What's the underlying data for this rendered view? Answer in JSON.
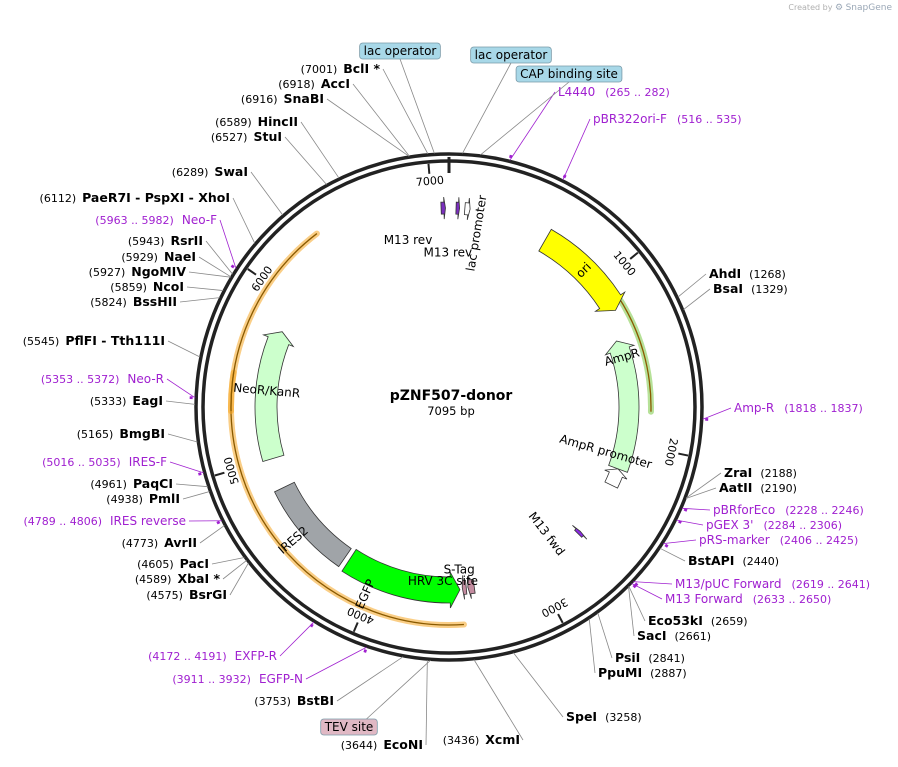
{
  "credit": {
    "prefix": "Created by",
    "brand": "SnapGene"
  },
  "plasmid": {
    "name": "pZNF507-donor",
    "length_label": "7095 bp",
    "length": 7095
  },
  "ruler_ticks": [
    {
      "label": "1000",
      "bp": 1000
    },
    {
      "label": "2000",
      "bp": 2000
    },
    {
      "label": "3000",
      "bp": 3000
    },
    {
      "label": "4000",
      "bp": 4000
    },
    {
      "label": "5000",
      "bp": 5000
    },
    {
      "label": "6000",
      "bp": 6000
    },
    {
      "label": "7000",
      "bp": 7000
    }
  ],
  "features": [
    {
      "name": "ori",
      "start": 590,
      "end": 1180,
      "direction": "forward",
      "color": "#ffff00",
      "label": "ori"
    },
    {
      "name": "AmpR",
      "start": 1350,
      "end": 2170,
      "direction": "reverse",
      "color": "#ccffcc",
      "label": "AmpR"
    },
    {
      "name": "AmpR promoter",
      "start": 2170,
      "end": 2280,
      "direction": "reverse",
      "color": "#ffffff",
      "label": "AmpR promoter"
    },
    {
      "name": "M13 fwd",
      "start": 2630,
      "end": 2650,
      "direction": "reverse",
      "color": "#8a2be2",
      "label": "M13 fwd"
    },
    {
      "name": "S-Tag",
      "start": 3390,
      "end": 3430,
      "direction": "forward",
      "color": "#c48ca0",
      "label": "S-Tag"
    },
    {
      "name": "HRV 3C site",
      "start": 3440,
      "end": 3465,
      "direction": "forward",
      "color": "#c48ca0",
      "label": "HRV 3C site"
    },
    {
      "name": "EGFP",
      "start": 3480,
      "end": 4200,
      "direction": "reverse",
      "color": "#00ff00",
      "label": "EGFP"
    },
    {
      "name": "IRES2",
      "start": 4230,
      "end": 4810,
      "direction": "none",
      "color": "#a0a4a8",
      "label": "IRES2"
    },
    {
      "name": "NeoR/KanR",
      "start": 5000,
      "end": 5800,
      "direction": "forward",
      "color": "#ccffcc",
      "label": "NeoR/KanR"
    },
    {
      "name": "M13 rev",
      "start": 7050,
      "end": 7075,
      "direction": "forward",
      "color": "#7b2fbe",
      "label": "M13 rev"
    },
    {
      "name": "lac promoter",
      "start": 90,
      "end": 120,
      "direction": "forward",
      "color": "#ffffff",
      "label": "lac promoter"
    },
    {
      "name": "M13 rev 2",
      "start": 40,
      "end": 60,
      "direction": "forward",
      "color": "#7b2fbe",
      "label": "M13 rev"
    }
  ],
  "orfs": [
    {
      "start": 1800,
      "end": 1120,
      "color": "#7ac943"
    },
    {
      "start": 3470,
      "end": 5500,
      "color": "#f5a623"
    },
    {
      "start": 5300,
      "end": 6360,
      "color": "#f5a623"
    }
  ],
  "boxed_labels": [
    {
      "text": "lac operator",
      "bp": 7030,
      "color": "#a8d8e8"
    },
    {
      "text": "lac operator",
      "bp": 60,
      "color": "#a8d8e8"
    },
    {
      "text": "CAP binding site",
      "bp": 140,
      "color": "#a8d8e8"
    },
    {
      "text": "TEV site",
      "bp": 3630,
      "color": "#e0b8c4"
    }
  ],
  "enzymes": [
    {
      "name": "BclI *",
      "pos": "(7001)",
      "bp": 7001
    },
    {
      "name": "AccI",
      "pos": "(6918)",
      "bp": 6918
    },
    {
      "name": "SnaBI",
      "pos": "(6916)",
      "bp": 6916
    },
    {
      "name": "HincII",
      "pos": "(6589)",
      "bp": 6589
    },
    {
      "name": "StuI",
      "pos": "(6527)",
      "bp": 6527
    },
    {
      "name": "SwaI",
      "pos": "(6289)",
      "bp": 6289
    },
    {
      "name": "PaeR7I   - PspXI   - XhoI",
      "pos": "(6112)",
      "bp": 6112
    },
    {
      "name": "RsrII",
      "pos": "(5943)",
      "bp": 5943
    },
    {
      "name": "NaeI",
      "pos": "(5929)",
      "bp": 5929
    },
    {
      "name": "NgoMIV",
      "pos": "(5927)",
      "bp": 5927
    },
    {
      "name": "NcoI",
      "pos": "(5859)",
      "bp": 5859
    },
    {
      "name": "BssHII",
      "pos": "(5824)",
      "bp": 5824
    },
    {
      "name": "PflFI   - Tth111I",
      "pos": "(5545)",
      "bp": 5545
    },
    {
      "name": "EagI",
      "pos": "(5333)",
      "bp": 5333
    },
    {
      "name": "BmgBI",
      "pos": "(5165)",
      "bp": 5165
    },
    {
      "name": "PaqCI",
      "pos": "(4961)",
      "bp": 4961
    },
    {
      "name": "PmlI",
      "pos": "(4938)",
      "bp": 4938
    },
    {
      "name": "AvrII",
      "pos": "(4773)",
      "bp": 4773
    },
    {
      "name": "PacI",
      "pos": "(4605)",
      "bp": 4605
    },
    {
      "name": "XbaI *",
      "pos": "(4589)",
      "bp": 4589
    },
    {
      "name": "BsrGI",
      "pos": "(4575)",
      "bp": 4575
    },
    {
      "name": "BstBI",
      "pos": "(3753)",
      "bp": 3753
    },
    {
      "name": "EcoNI",
      "pos": "(3644)",
      "bp": 3644
    },
    {
      "name": "XcmI",
      "pos": "(3436)",
      "bp": 3436
    },
    {
      "name": "SpeI",
      "pos": "(3258)",
      "bp": 3258
    },
    {
      "name": "PpuMI",
      "pos": "(2887)",
      "bp": 2887
    },
    {
      "name": "PsiI",
      "pos": "(2841)",
      "bp": 2841
    },
    {
      "name": "SacI",
      "pos": "(2661)",
      "bp": 2661
    },
    {
      "name": "Eco53kI",
      "pos": "(2659)",
      "bp": 2659
    },
    {
      "name": "BstAPI",
      "pos": "(2440)",
      "bp": 2440
    },
    {
      "name": "AatII",
      "pos": "(2190)",
      "bp": 2190
    },
    {
      "name": "ZraI",
      "pos": "(2188)",
      "bp": 2188
    },
    {
      "name": "BsaI",
      "pos": "(1329)",
      "bp": 1329
    },
    {
      "name": "AhdI",
      "pos": "(1268)",
      "bp": 1268
    }
  ],
  "primers": [
    {
      "name": "L4440",
      "pos": "(265 .. 282)",
      "bp": 273
    },
    {
      "name": "pBR322ori-F",
      "pos": "(516 .. 535)",
      "bp": 525
    },
    {
      "name": "Amp-R",
      "pos": "(1818 .. 1837)",
      "bp": 1828
    },
    {
      "name": "pBRforEco",
      "pos": "(2228 .. 2246)",
      "bp": 2237
    },
    {
      "name": "pGEX 3'",
      "pos": "(2284 .. 2306)",
      "bp": 2295
    },
    {
      "name": "pRS-marker",
      "pos": "(2406 .. 2425)",
      "bp": 2415
    },
    {
      "name": "M13/pUC Forward",
      "pos": "(2619 .. 2641)",
      "bp": 2630
    },
    {
      "name": "M13 Forward",
      "pos": "(2633 .. 2650)",
      "bp": 2641
    },
    {
      "name": "EXFP-R",
      "pos": "(4172 .. 4191)",
      "bp": 4181
    },
    {
      "name": "EGFP-N",
      "pos": "(3911 .. 3932)",
      "bp": 3921
    },
    {
      "name": "IRES reverse",
      "pos": "(4789 .. 4806)",
      "bp": 4797
    },
    {
      "name": "IRES-F",
      "pos": "(5016 .. 5035)",
      "bp": 5025
    },
    {
      "name": "Neo-R",
      "pos": "(5353 .. 5372)",
      "bp": 5362
    },
    {
      "name": "Neo-F",
      "pos": "(5963 .. 5982)",
      "bp": 5972
    }
  ]
}
